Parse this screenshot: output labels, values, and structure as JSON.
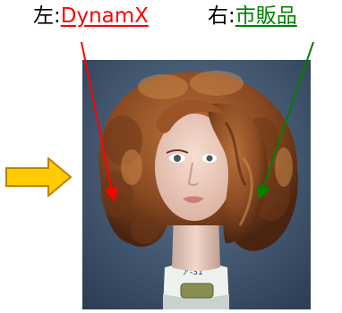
{
  "left_label": {
    "prefix": "左:",
    "name": "DynamX",
    "name_color": "#ff0000"
  },
  "right_label": {
    "prefix": "右:",
    "name": "市販品",
    "name_color": "#008000"
  },
  "photo": {
    "icon": "mannequin-head-photo",
    "stand_text": "ア-31"
  },
  "pointer_arrow": {
    "icon": "right-arrow-icon",
    "fill": "#ffcc00",
    "stroke": "#c08000"
  },
  "indicator_colors": {
    "left": "#ff0000",
    "right": "#008000"
  }
}
